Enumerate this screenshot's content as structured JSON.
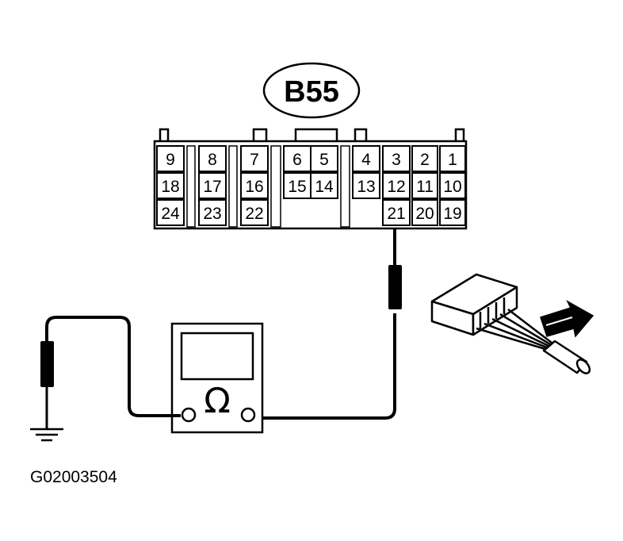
{
  "connector": {
    "name": "B55",
    "pins": [
      "1",
      "2",
      "3",
      "4",
      "5",
      "6",
      "7",
      "8",
      "9",
      "10",
      "11",
      "12",
      "13",
      "14",
      "15",
      "16",
      "17",
      "18",
      "19",
      "20",
      "21",
      "22",
      "23",
      "24"
    ]
  },
  "meter": {
    "symbol": "Ω",
    "icon": "ohmmeter-icon"
  },
  "figure_id": "G02003504",
  "colors": {
    "ink": "#000000",
    "paper": "#ffffff"
  }
}
